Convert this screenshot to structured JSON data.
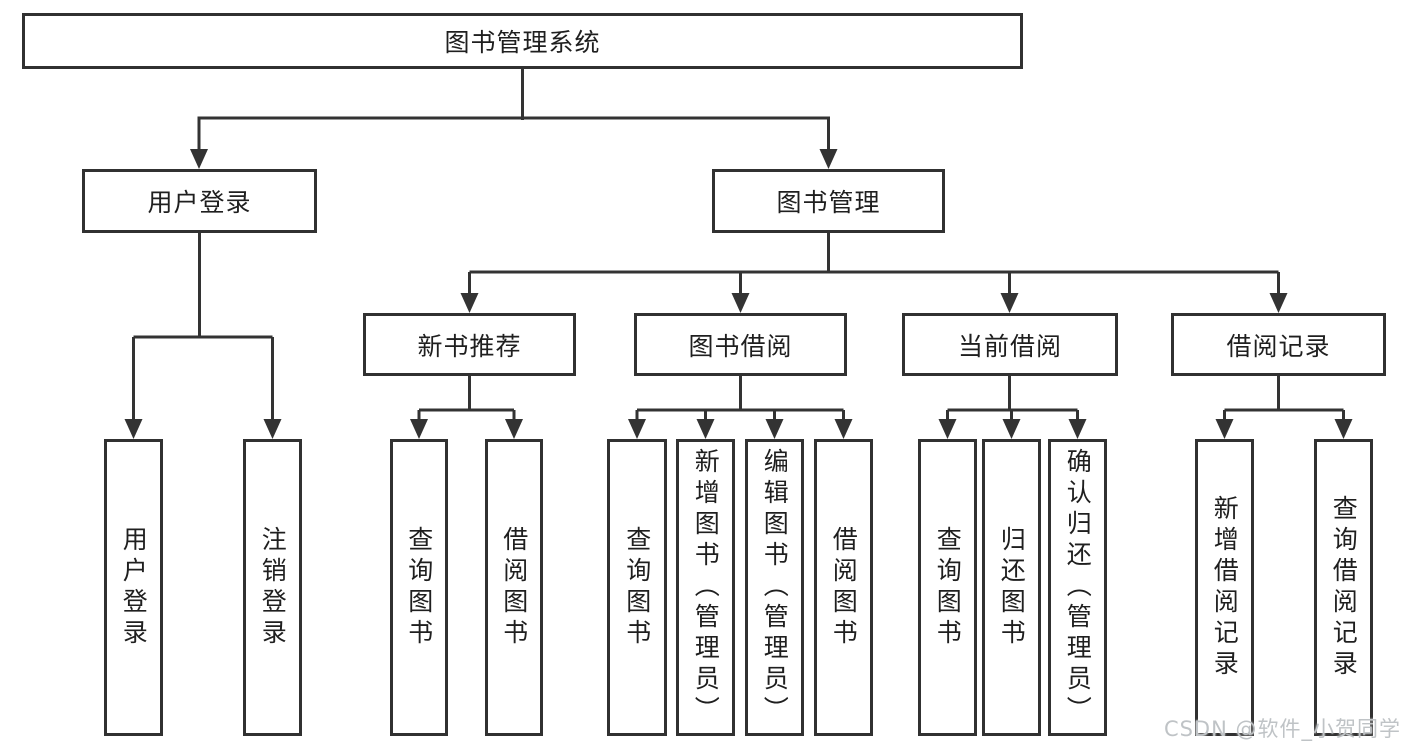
{
  "diagram": {
    "type": "hierarchy-tree",
    "line_color": "#333333",
    "box_border_color": "#313131",
    "text_color": "#1f1f1f",
    "background_color": "#ffffff",
    "root": "图书管理系统",
    "branches": [
      {
        "label": "用户登录",
        "leaves": [
          "用户登录",
          "注销登录"
        ]
      },
      {
        "label": "图书管理",
        "children": [
          {
            "label": "新书推荐",
            "leaves": [
              "查询图书",
              "借阅图书"
            ]
          },
          {
            "label": "图书借阅",
            "leaves": [
              "查询图书",
              "新增图书（管理员）",
              "编辑图书（管理员）",
              "借阅图书"
            ]
          },
          {
            "label": "当前借阅",
            "leaves": [
              "查询图书",
              "归还图书",
              "确认归还（管理员）"
            ]
          },
          {
            "label": "借阅记录",
            "leaves": [
              "新增借阅记录",
              "查询借阅记录"
            ]
          }
        ]
      }
    ]
  },
  "watermark": {
    "text": "CSDN @软件_小贺同学",
    "color": "#bfc3c6"
  }
}
